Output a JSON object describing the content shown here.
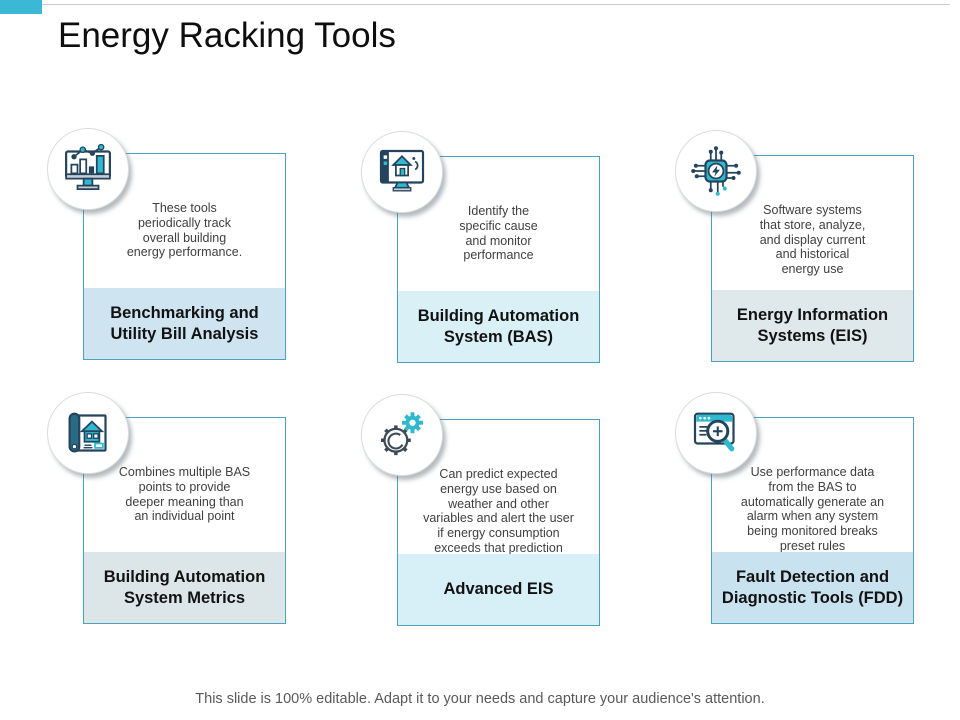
{
  "slide": {
    "title": "Energy Racking Tools",
    "footer": "This slide is 100% editable. Adapt it to your needs and capture your audience's attention."
  },
  "colors": {
    "accent_cyan": "#3ab8d5",
    "top_rule_gray": "#c9cdd1",
    "card_border_teal": "#4aa3ba",
    "icon_navy": "#24435c",
    "icon_teal": "#2fb9cf",
    "body_text": "#3f3f3f",
    "title_text": "#121212",
    "footer_text": "#58595b",
    "title_bar_tints": [
      "#cfe4f1",
      "#daf0f7",
      "#dfe8eb",
      "#dce6e9",
      "#d7eff7",
      "#c9e2f0"
    ]
  },
  "cards": [
    {
      "icon": "monitor-bar-chart-icon",
      "description": "These tools\nperiodically track\noverall building\nenergy performance.",
      "title": "Benchmarking and\nUtility Bill Analysis"
    },
    {
      "icon": "monitor-home-automation-icon",
      "description": "Identify the\nspecific cause\nand monitor\nperformance",
      "title": "Building Automation\nSystem (BAS)"
    },
    {
      "icon": "circuit-lightning-icon",
      "description": "Software systems\nthat store, analyze,\nand display current\nand historical\nenergy use",
      "title": "Energy Information\nSystems (EIS)"
    },
    {
      "icon": "blueprint-house-icon",
      "description": "Combines multiple BAS\npoints to provide\ndeeper meaning than\nan individual point",
      "title": "Building Automation\nSystem Metrics"
    },
    {
      "icon": "gears-icon",
      "description": "Can predict expected\nenergy use based on\nweather and other\nvariables and alert the user\nif energy consumption\nexceeds that prediction",
      "title": "Advanced EIS"
    },
    {
      "icon": "browser-magnifier-icon",
      "description": "Use performance data\nfrom the BAS to\nautomatically generate an\nalarm when any system\nbeing monitored breaks\npreset rules",
      "title": "Fault Detection and\nDiagnostic Tools (FDD)"
    }
  ]
}
